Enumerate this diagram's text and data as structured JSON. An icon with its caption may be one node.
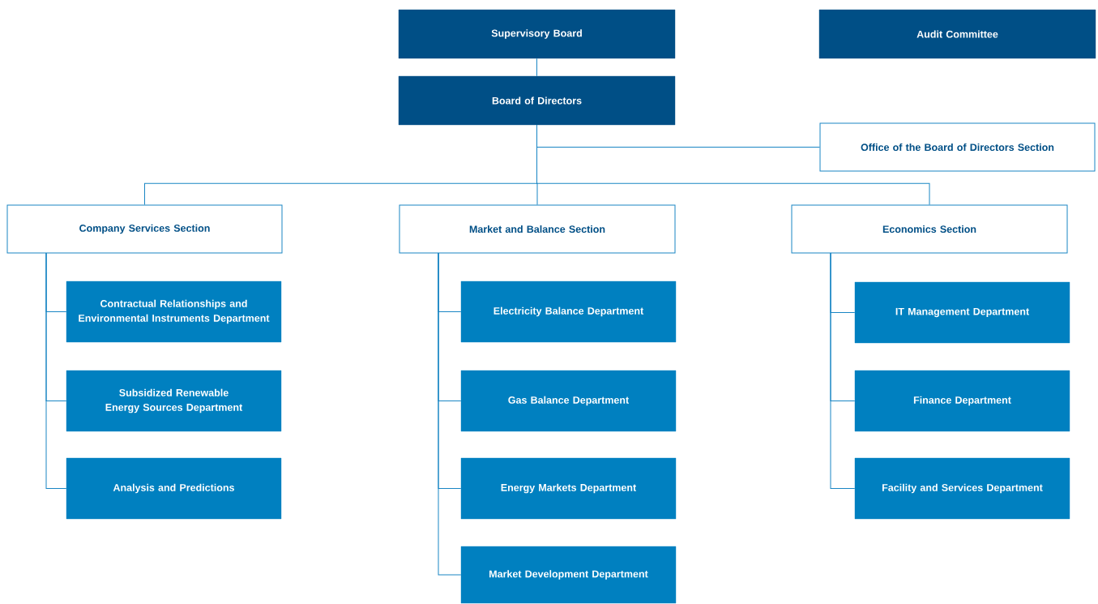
{
  "diagram": {
    "nodes": [
      {
        "text": [
          "Supervisory Board"
        ]
      },
      {
        "text": [
          "Audit Committee"
        ]
      },
      {
        "text": [
          "Board of Directors"
        ]
      },
      {
        "text": [
          "Office of the Board of Directors Section"
        ]
      },
      {
        "text": [
          "Company Services Section"
        ]
      },
      {
        "text": [
          "Market and Balance Section"
        ]
      },
      {
        "text": [
          "Economics Section"
        ]
      },
      {
        "text": [
          "Contractual Relationships and Environmental Instruments Department"
        ]
      },
      {
        "text": [
          "Subsidized Renewable Energy Sources Department"
        ]
      },
      {
        "text": [
          "Analysis and Predictions"
        ]
      },
      {
        "text": [
          "Electricity Balance Department"
        ]
      },
      {
        "text": [
          "Gas Balance Department"
        ]
      },
      {
        "text": [
          "Energy Markets Department"
        ]
      },
      {
        "text": [
          "Market Development Department"
        ]
      },
      {
        "text": [
          "IT Management Department"
        ]
      },
      {
        "text": [
          "Finance Department"
        ]
      },
      {
        "text": [
          "Facility and Services Department"
        ]
      }
    ],
    "edges": [
      {
        "from": 0,
        "to": 2,
        "arrow": "none"
      },
      {
        "from": 2,
        "to": 3,
        "arrow": "none"
      },
      {
        "from": 2,
        "to": 4,
        "arrow": "none"
      },
      {
        "from": 2,
        "to": 5,
        "arrow": "none"
      },
      {
        "from": 2,
        "to": 6,
        "arrow": "none"
      },
      {
        "from": 4,
        "to": 7,
        "arrow": "none"
      },
      {
        "from": 4,
        "to": 8,
        "arrow": "none"
      },
      {
        "from": 4,
        "to": 9,
        "arrow": "none"
      },
      {
        "from": 5,
        "to": 10,
        "arrow": "none"
      },
      {
        "from": 5,
        "to": 11,
        "arrow": "none"
      },
      {
        "from": 5,
        "to": 12,
        "arrow": "none"
      },
      {
        "from": 5,
        "to": 13,
        "arrow": "none"
      },
      {
        "from": 6,
        "to": 14,
        "arrow": "none"
      },
      {
        "from": 6,
        "to": 15,
        "arrow": "none"
      },
      {
        "from": 6,
        "to": 16,
        "arrow": "none"
      }
    ]
  }
}
